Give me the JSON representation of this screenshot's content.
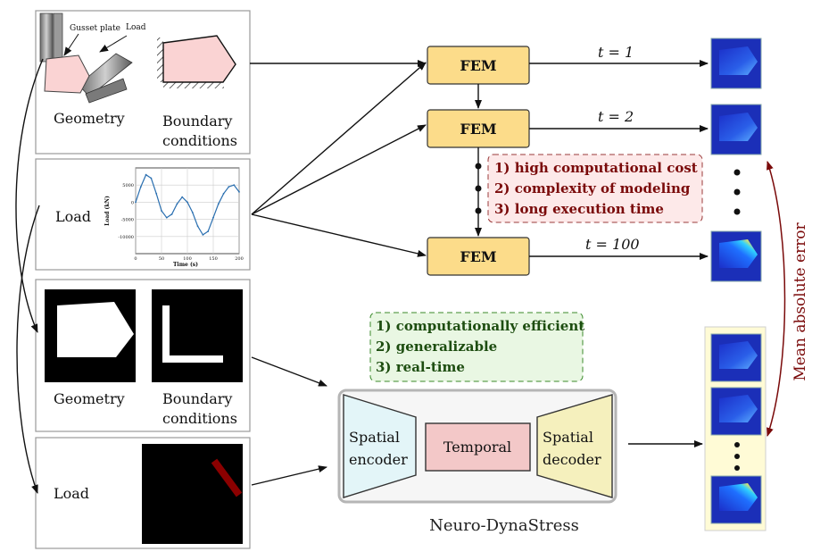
{
  "panels": {
    "geometry_label": "Geometry",
    "boundary_label_line1": "Boundary",
    "boundary_label_line2": "conditions",
    "load_label": "Load",
    "gusset_label": "Gusset plate",
    "load_arrow_label": "Load",
    "chart_ylabel": "Load (kN)",
    "chart_xlabel": "Time (s)",
    "chart_yticks": [
      "5000",
      "0",
      "-5000",
      "-10000"
    ],
    "chart_xticks": [
      "0",
      "50",
      "100",
      "150",
      "200"
    ]
  },
  "fem": {
    "label": "FEM",
    "t1": "t = 1",
    "t2": "t = 2",
    "t100": "t = 100"
  },
  "limitations": [
    "1) high computational cost",
    "2) complexity of modeling",
    "3) long execution time"
  ],
  "advantages": [
    "1) computationally efficient",
    "2) generalizable",
    "3) real-time"
  ],
  "model": {
    "encoder_line1": "Spatial",
    "encoder_line2": "encoder",
    "temporal": "Temporal",
    "decoder_line1": "Spatial",
    "decoder_line2": "decoder",
    "name": "Neuro-DynaStress"
  },
  "mae_label": "Mean absolute error",
  "chart_data": {
    "type": "line",
    "xlabel": "Time (s)",
    "ylabel": "Load (kN)",
    "xlim": [
      0,
      200
    ],
    "ylim": [
      -15000,
      10000
    ],
    "x": [
      0,
      10,
      20,
      30,
      40,
      50,
      60,
      70,
      80,
      90,
      100,
      110,
      120,
      130,
      140,
      150,
      160,
      170,
      180,
      190,
      200
    ],
    "y": [
      0,
      4500,
      8000,
      7000,
      2500,
      -2500,
      -4500,
      -3500,
      -500,
      1500,
      0,
      -3000,
      -7000,
      -9500,
      -8500,
      -4500,
      -500,
      2500,
      4500,
      5000,
      3000
    ]
  },
  "colors": {
    "fem_fill": "#fcdc8a",
    "encoder_fill": "#e3f5f8",
    "temporal_fill": "#f3c8c8",
    "decoder_fill": "#f5f0bd",
    "limitation_text": "#7a0a0a",
    "advantage_text": "#1d4d10",
    "output_column_bg": "#fffbd6",
    "load_bar": "#8b0000"
  }
}
